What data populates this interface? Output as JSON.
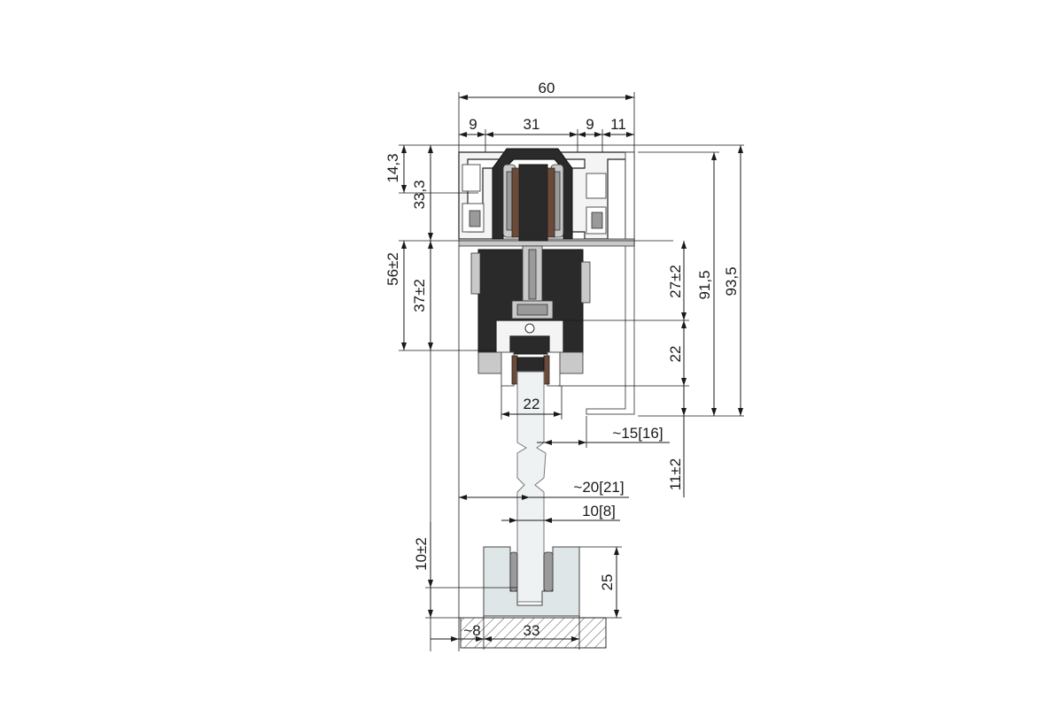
{
  "dimensions": {
    "top_width": "60",
    "seg_left": "9",
    "seg_center": "31",
    "seg_right": "9",
    "seg_outer": "11",
    "d_14_3": "14,3",
    "d_33_3": "33,3",
    "d_56": "56±2",
    "d_37": "37±2",
    "d_27": "27±2",
    "d_91_5": "91,5",
    "d_93_5": "93,5",
    "d_22_v": "22",
    "d_22_h": "22",
    "d_15": "~15[16]",
    "d_11": "11±2",
    "d_20": "~20[21]",
    "d_10": "10[8]",
    "d_10_v": "10±2",
    "d_25": "25",
    "d_8": "~8",
    "d_33": "33"
  }
}
